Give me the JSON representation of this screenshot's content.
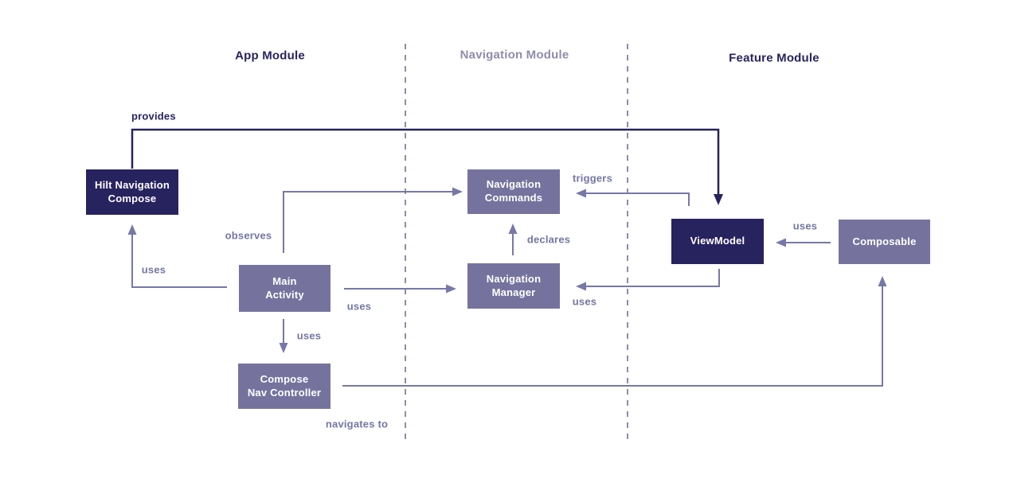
{
  "modules": [
    {
      "label": "App Module"
    },
    {
      "label": "Navigation Module"
    },
    {
      "label": "Feature Module"
    }
  ],
  "nodes": [
    {
      "id": "hilt-navigation-compose",
      "lines": [
        "Hilt Navigation",
        "Compose"
      ],
      "variant": "dark"
    },
    {
      "id": "main-activity",
      "lines": [
        "Main",
        "Activity"
      ],
      "variant": "purple"
    },
    {
      "id": "compose-nav-controller",
      "lines": [
        "Compose",
        "Nav Controller"
      ],
      "variant": "purple"
    },
    {
      "id": "navigation-commands",
      "lines": [
        "Navigation",
        "Commands"
      ],
      "variant": "purple"
    },
    {
      "id": "navigation-manager",
      "lines": [
        "Navigation",
        "Manager"
      ],
      "variant": "purple"
    },
    {
      "id": "viewmodel",
      "lines": [
        "ViewModel"
      ],
      "variant": "dark"
    },
    {
      "id": "composable",
      "lines": [
        "Composable"
      ],
      "variant": "purple"
    }
  ],
  "edges": [
    {
      "id": "provides",
      "label": "provides"
    },
    {
      "id": "uses-main-to-hilt",
      "label": "uses"
    },
    {
      "id": "observes",
      "label": "observes"
    },
    {
      "id": "uses-main-to-manager",
      "label": "uses"
    },
    {
      "id": "uses-main-to-controller",
      "label": "uses"
    },
    {
      "id": "navigates-to",
      "label": "navigates to"
    },
    {
      "id": "declares",
      "label": "declares"
    },
    {
      "id": "triggers",
      "label": "triggers"
    },
    {
      "id": "uses-viewmodel-to-manager",
      "label": "uses"
    },
    {
      "id": "uses-composable-to-viewmodel",
      "label": "uses"
    }
  ],
  "colors": {
    "navy": "#27235f",
    "purple": "#75739e",
    "arrow": "#7678a8",
    "label": "#7377a4",
    "muted-header": "#8e8dab",
    "dash": "#8e8dab",
    "background": "#ffffff",
    "node-text": "#ffffff"
  }
}
